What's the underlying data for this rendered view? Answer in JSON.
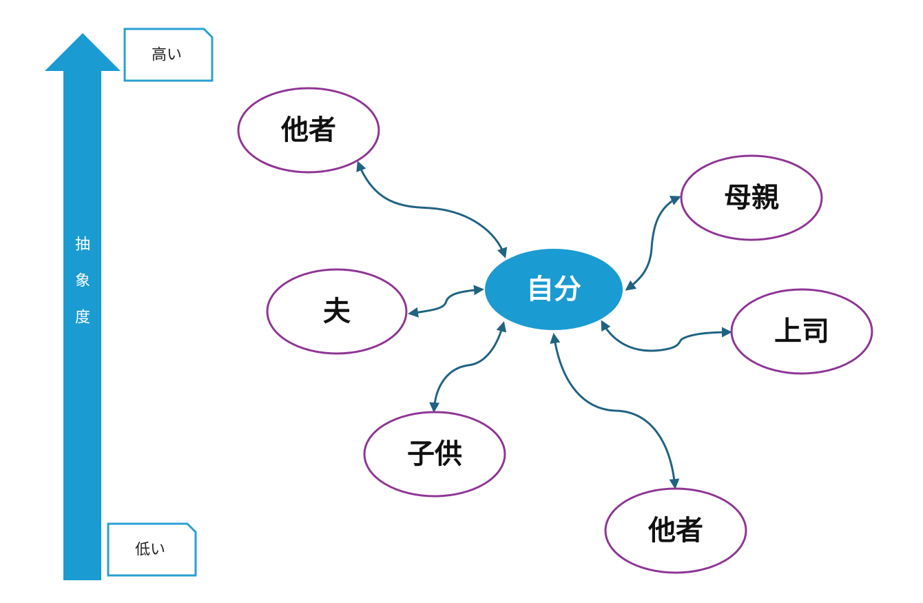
{
  "axis": {
    "label_chars": [
      "抽",
      "象",
      "度"
    ],
    "high_label": "高い",
    "low_label": "低い"
  },
  "center": {
    "label": "自分"
  },
  "nodes": [
    {
      "id": "other-top",
      "label": "他者"
    },
    {
      "id": "mother",
      "label": "母親"
    },
    {
      "id": "husband",
      "label": "夫"
    },
    {
      "id": "boss",
      "label": "上司"
    },
    {
      "id": "child",
      "label": "子供"
    },
    {
      "id": "other-bottom",
      "label": "他者"
    }
  ],
  "colors": {
    "axis": "#1a9bd1",
    "center": "#1a9bd1",
    "node_border": "#8e3594",
    "connector": "#1f6383"
  }
}
